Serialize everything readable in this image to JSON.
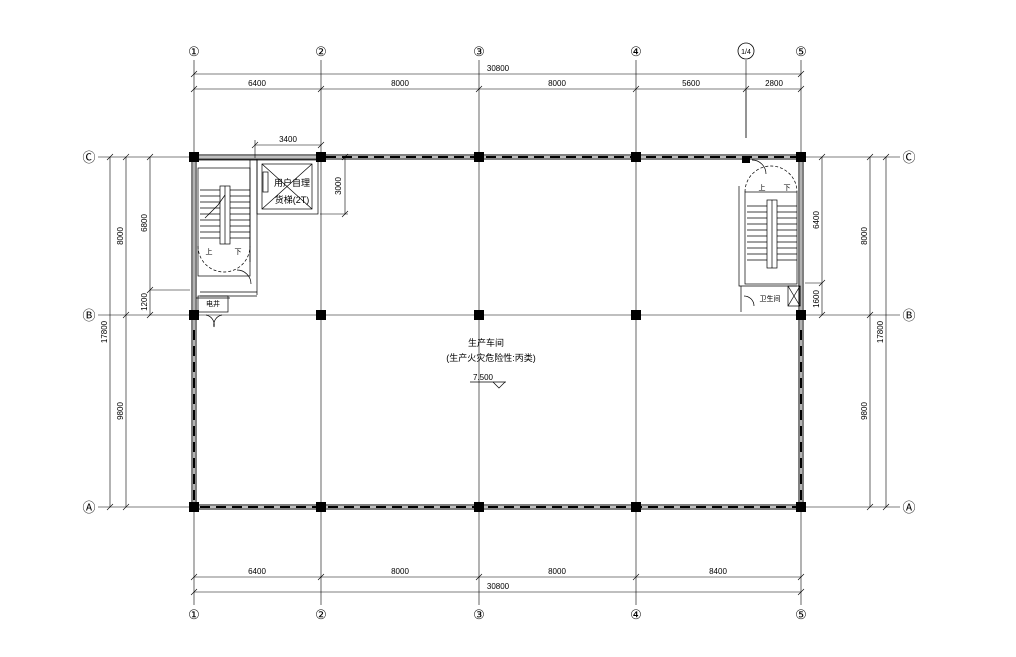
{
  "axes": {
    "columns": [
      "①",
      "②",
      "③",
      "④",
      "1/4",
      "⑤"
    ],
    "rows": [
      "Ⓒ",
      "Ⓑ",
      "Ⓐ"
    ]
  },
  "dimensions": {
    "top_total": "30800",
    "top_segments": [
      "6400",
      "8000",
      "8000",
      "5600",
      "2800"
    ],
    "bottom_total": "30800",
    "bottom_segments": [
      "6400",
      "8000",
      "8000",
      "8400"
    ],
    "left_outer_total": "17800",
    "left_outer_segments": [
      "8000",
      "9800"
    ],
    "left_inner_segments": [
      "6800",
      "1200"
    ],
    "right_outer_total": "17800",
    "right_outer_segments": [
      "8000",
      "9800"
    ],
    "right_inner_segments": [
      "6400",
      "1600"
    ],
    "shaft_width": "3400",
    "shaft_height": "3000"
  },
  "rooms": {
    "workshop_name": "生产车间",
    "workshop_note": "(生产火灾危险性:丙类)",
    "elevation": "7.500",
    "shaft_line1": "用户自理",
    "shaft_line2": "货梯(2T)",
    "electric_room": "电井",
    "toilet": "卫生间",
    "stair_up": "上",
    "stair_down": "下"
  }
}
